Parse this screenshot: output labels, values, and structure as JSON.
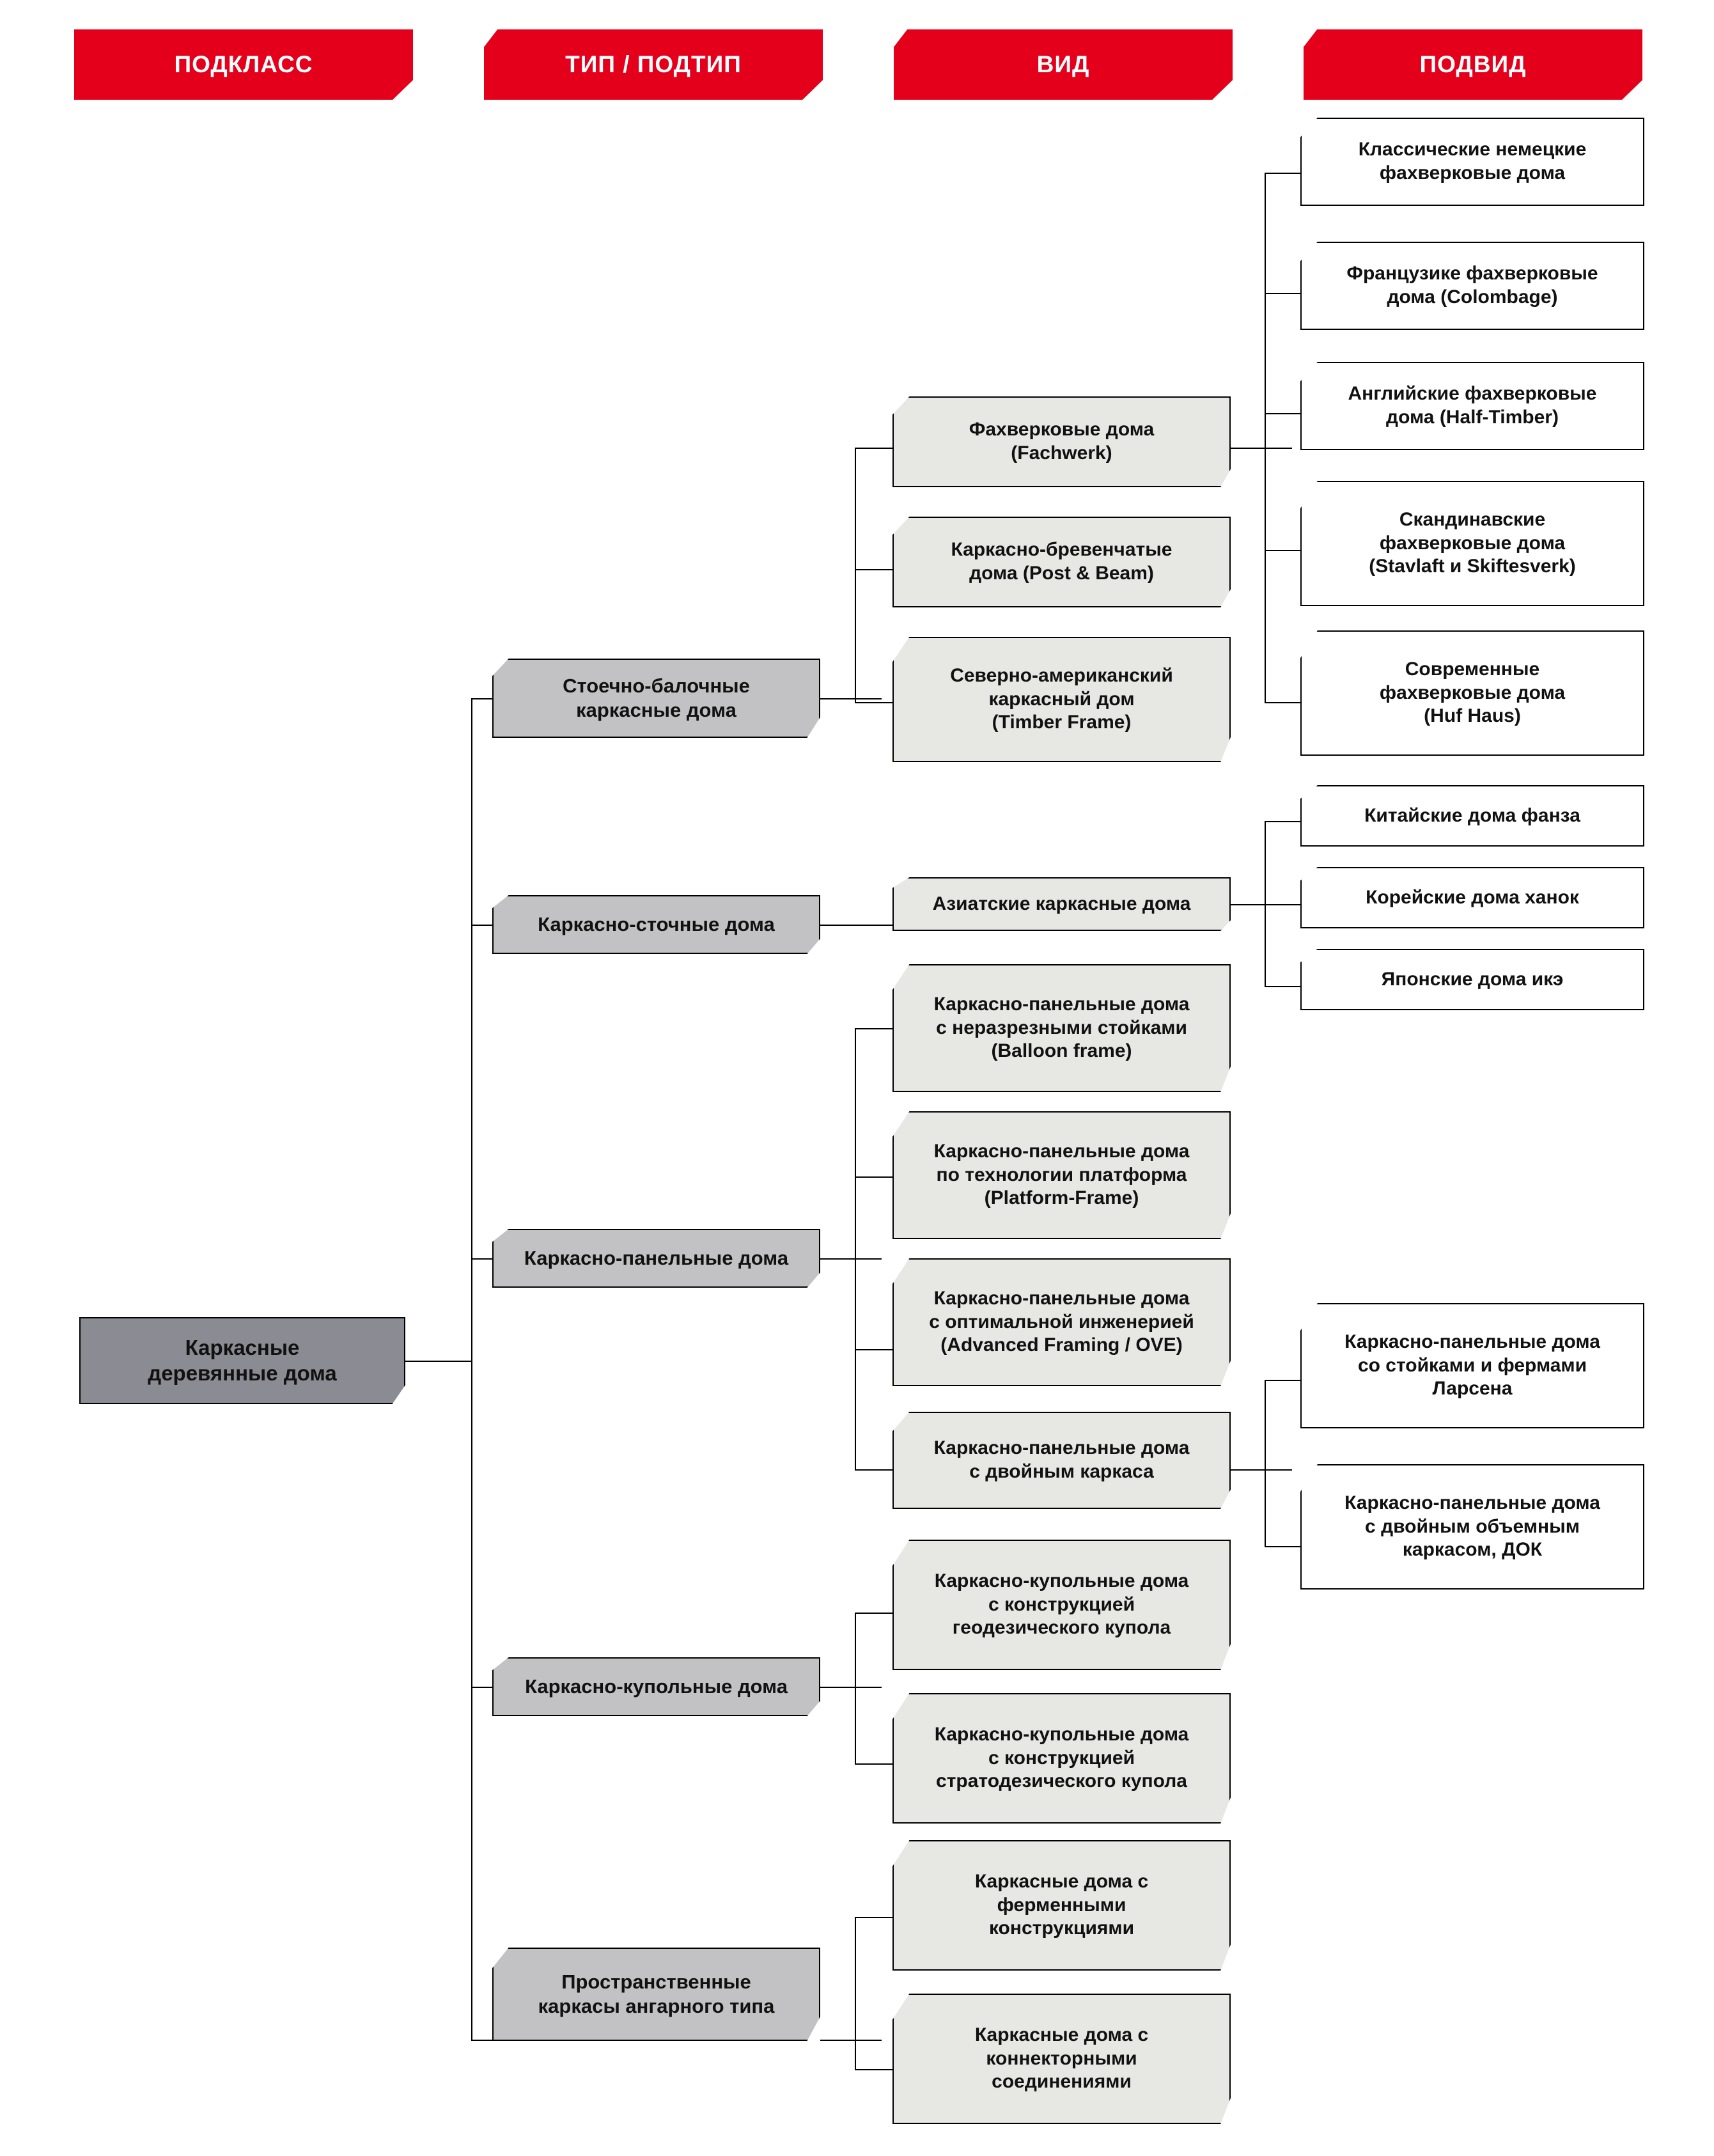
{
  "columns": [
    {
      "id": "subclass",
      "label": "ПОДКЛАСС"
    },
    {
      "id": "type",
      "label": "ТИП / ПОДТИП"
    },
    {
      "id": "kind",
      "label": "ВИД"
    },
    {
      "id": "subkind",
      "label": "ПОДВИД"
    }
  ],
  "colors": {
    "header_red": "#e4001b",
    "header_text": "#ffffff",
    "root_fill": "#8b8c93",
    "level2_fill": "#c2c2c4",
    "level3_fill": "#e7e7e3",
    "level4_fill": "#ffffff",
    "border": "#000000",
    "text": "#111111",
    "background": "#ffffff"
  },
  "root": {
    "label": "Каркасные\nдеревянные дома"
  },
  "level2": [
    {
      "id": "post-beam",
      "label": "Стоечно-балочные\nкаркасные дома"
    },
    {
      "id": "frame-drain",
      "label": "Каркасно-сточные дома"
    },
    {
      "id": "panel",
      "label": "Каркасно-панельные дома"
    },
    {
      "id": "dome",
      "label": "Каркасно-купольные дома"
    },
    {
      "id": "hangar",
      "label": "Пространственные\nкаркасы ангарного типа"
    }
  ],
  "level3": [
    {
      "id": "fachwerk",
      "parent": "post-beam",
      "label": "Фахверковые дома\n(Fachwerk)"
    },
    {
      "id": "post-and-beam",
      "parent": "post-beam",
      "label": "Каркасно-бревенчатые\nдома (Post & Beam)"
    },
    {
      "id": "timber-frame",
      "parent": "post-beam",
      "label": "Северно-американский\nкаркасный дом\n(Timber Frame)"
    },
    {
      "id": "asian",
      "parent": "frame-drain",
      "label": "Азиатские каркасные дома"
    },
    {
      "id": "balloon",
      "parent": "panel",
      "label": "Каркасно-панельные дома\nс неразрезными стойками\n(Balloon frame)"
    },
    {
      "id": "platform",
      "parent": "panel",
      "label": "Каркасно-панельные дома\nпо технологии платформа\n(Platform-Frame)"
    },
    {
      "id": "advanced",
      "parent": "panel",
      "label": "Каркасно-панельные дома\nс оптимальной инженерией\n(Advanced Framing / OVE)"
    },
    {
      "id": "double-frame",
      "parent": "panel",
      "label": "Каркасно-панельные дома\nс  двойным каркаса"
    },
    {
      "id": "geodesic",
      "parent": "dome",
      "label": "Каркасно-купольные дома\nс конструкцией\nгеодезического купола"
    },
    {
      "id": "stratodesic",
      "parent": "dome",
      "label": "Каркасно-купольные дома\nс конструкцией\nстратодезического купола"
    },
    {
      "id": "truss",
      "parent": "hangar",
      "label": "Каркасные дома с\nферменными\nконструкциями"
    },
    {
      "id": "connector",
      "parent": "hangar",
      "label": "Каркасные дома с\nконнекторными\nсоединениями"
    }
  ],
  "level4": [
    {
      "id": "german",
      "parent": "fachwerk",
      "label": "Классические немецкие\nфахверковые дома"
    },
    {
      "id": "french",
      "parent": "fachwerk",
      "label": "Французике фахверковые\nдома (Colombage)"
    },
    {
      "id": "english",
      "parent": "fachwerk",
      "label": "Английские фахверковые\nдома (Half-Timber)"
    },
    {
      "id": "scandi",
      "parent": "fachwerk",
      "label": "Скандинавские\nфахверковые дома\n(Stavlaft и Skiftesverk)"
    },
    {
      "id": "modern",
      "parent": "fachwerk",
      "label": "Современные\nфахверковые дома\n(Huf Haus)"
    },
    {
      "id": "chinese",
      "parent": "asian",
      "label": "Китайские дома фанза"
    },
    {
      "id": "korean",
      "parent": "asian",
      "label": "Корейские дома ханок"
    },
    {
      "id": "japanese",
      "parent": "asian",
      "label": "Японские дома икэ"
    },
    {
      "id": "larsen",
      "parent": "double-frame",
      "label": "Каркасно-панельные дома\nсо стойками и фермами\nЛарсена"
    },
    {
      "id": "dok",
      "parent": "double-frame",
      "label": "Каркасно-панельные дома\nс двойным объемным\nкаркасом, ДОК"
    }
  ]
}
